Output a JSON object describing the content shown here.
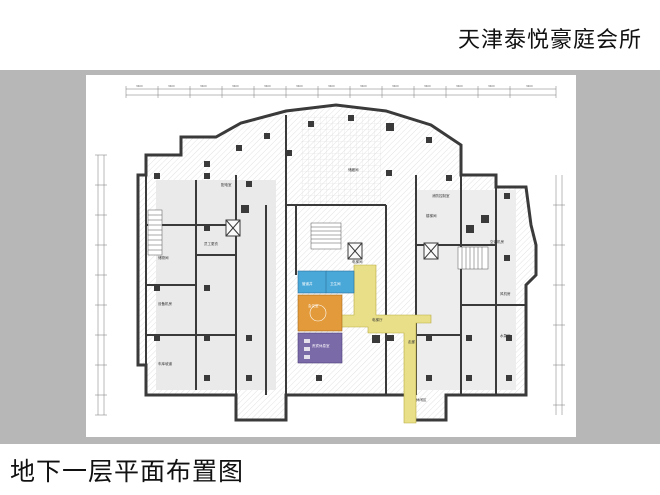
{
  "header": {
    "title": "天津泰悦豪庭会所"
  },
  "footer": {
    "title": "地下一层平面布置图"
  },
  "plan": {
    "room_labels": [
      "配电室",
      "储藏间",
      "员工更衣",
      "设备机房",
      "电梯厅",
      "会议室",
      "贵宾休息室",
      "走廊",
      "卫生间",
      "管道井",
      "空调机房",
      "楼梯间",
      "车库坡道",
      "风机房",
      "消防控制室",
      "水泵房",
      "储物间",
      "电梯间",
      "休闲区"
    ],
    "colors": {
      "blue": "#4aa8d8",
      "orange": "#e39a3a",
      "purple": "#7b6aa8",
      "yellow": "#e8df88",
      "wall": "#3a3a3a",
      "floor": "#e4e4e4"
    }
  }
}
